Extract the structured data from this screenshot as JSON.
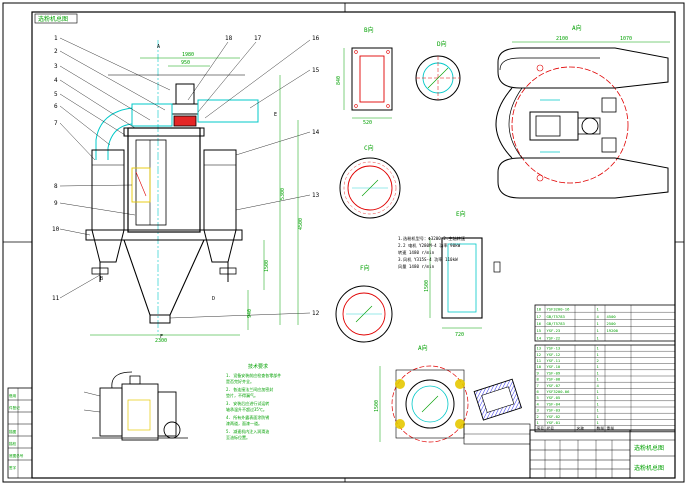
{
  "drawing": {
    "top_left_tag": "选粉机总图",
    "title_block_name": "选粉机总图",
    "title_block_ident": "选粉机总图",
    "main_callouts": [
      "1",
      "2",
      "3",
      "4",
      "5",
      "6",
      "7",
      "8",
      "9",
      "10",
      "11"
    ],
    "right_callouts": [
      "18",
      "17",
      "16",
      "15",
      "14",
      "13",
      "12"
    ],
    "view_labels": {
      "b": "B向",
      "d": "D向",
      "a": "A向",
      "c": "C向",
      "e": "E向",
      "f": "F向",
      "a2": "A向"
    },
    "dimensions": {
      "top_width": "1980",
      "top_gap": "950",
      "overall_height": "5300",
      "lower_height": "1500",
      "middle_height": "4500",
      "bottom_width": "2300",
      "side_940": "940",
      "a_view_width": "2100",
      "a_view_right": "1070",
      "b_height": "840",
      "b_width": "520",
      "e_height": "1500",
      "e_width": "720",
      "a2_height": "1500"
    },
    "tech_specs": [
      "1.选粉机型号：Φ3200  2.主轴转速",
      "2.2  电机  Y280M-4  功率 90kW",
      "      转速 1480 r/min",
      "3.风机  Y315S-4  功率 110kW",
      "      风量 1480 r/min"
    ],
    "notes_title": "技术要求",
    "notes": [
      "1. 设备安装前应检查各零部件",
      "   是否完好齐全。",
      "2. 各连接法兰间应加密封",
      "   垫片，不得漏气。",
      "3. 安装后应进行试运转",
      "   轴承温升不超过35℃。",
      "4. 所有外露表面涂防锈",
      "   漆两道，面漆一道。",
      "5. 减速机内注入润滑油",
      "   至油标位置。"
    ],
    "bom_upper": [
      [
        "18",
        "YSF3200-16",
        "",
        "1",
        ""
      ],
      [
        "17",
        "GB/T5783",
        "",
        "4",
        "4500"
      ],
      [
        "16",
        "GB/T5783",
        "",
        "1",
        "2500"
      ],
      [
        "15",
        "YSF-23",
        "",
        "1",
        "19200"
      ],
      [
        "14",
        "YSF-22",
        "",
        "1",
        ""
      ]
    ],
    "bom_lower": [
      [
        "13",
        "YSF-13",
        "",
        "1",
        ""
      ],
      [
        "12",
        "YSF-12",
        "",
        "1",
        ""
      ],
      [
        "11",
        "YSF-11",
        "",
        "2",
        ""
      ],
      [
        "10",
        "YSF-10",
        "",
        "1",
        ""
      ],
      [
        "9",
        "YSF-09",
        "",
        "1",
        ""
      ],
      [
        "8",
        "YSF-08",
        "",
        "1",
        ""
      ],
      [
        "7",
        "YSF-07",
        "",
        "4",
        ""
      ],
      [
        "6",
        "YSF3200-06",
        "",
        "1",
        ""
      ],
      [
        "5",
        "YSF-05",
        "",
        "1",
        ""
      ],
      [
        "4",
        "YSF-04",
        "",
        "1",
        ""
      ],
      [
        "3",
        "YSF-03",
        "",
        "1",
        ""
      ],
      [
        "2",
        "YSF-02",
        "",
        "1",
        ""
      ],
      [
        "1",
        "YSF-01",
        "",
        "1",
        ""
      ]
    ],
    "bom_header": [
      "序号",
      "代号",
      "名称",
      "数量",
      "重量"
    ],
    "left_strip": [
      "借用",
      "件登记",
      "",
      "描图",
      "描校",
      "底图总号",
      "签字"
    ]
  },
  "colors": {
    "frame": "#000000",
    "outline": "#111111",
    "cyan": "#00c8c8",
    "green": "#00a000",
    "red": "#e00000",
    "blue": "#0000e6",
    "yellow": "#e6c800",
    "magenta": "#c800c8"
  }
}
